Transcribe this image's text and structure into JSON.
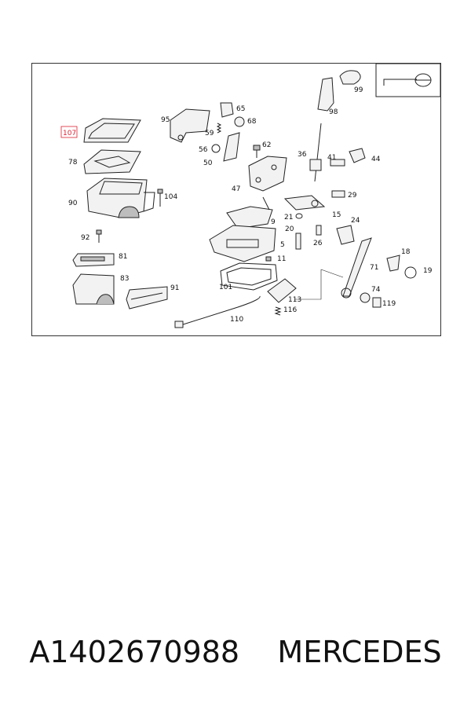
{
  "diagram": {
    "highlight_color": "#d23",
    "labels": [
      {
        "id": "107",
        "text": "107",
        "highlight": true
      },
      {
        "id": "95",
        "text": "95"
      },
      {
        "id": "65",
        "text": "65"
      },
      {
        "id": "68",
        "text": "68"
      },
      {
        "id": "59",
        "text": "59"
      },
      {
        "id": "62",
        "text": "62"
      },
      {
        "id": "56",
        "text": "56"
      },
      {
        "id": "50",
        "text": "50"
      },
      {
        "id": "47",
        "text": "47"
      },
      {
        "id": "78",
        "text": "78"
      },
      {
        "id": "90",
        "text": "90"
      },
      {
        "id": "104",
        "text": "104"
      },
      {
        "id": "92",
        "text": "92"
      },
      {
        "id": "81",
        "text": "81"
      },
      {
        "id": "83",
        "text": "83"
      },
      {
        "id": "91",
        "text": "91"
      },
      {
        "id": "99",
        "text": "99"
      },
      {
        "id": "98",
        "text": "98"
      },
      {
        "id": "36",
        "text": "36"
      },
      {
        "id": "41",
        "text": "41"
      },
      {
        "id": "44",
        "text": "44"
      },
      {
        "id": "29",
        "text": "29"
      },
      {
        "id": "9",
        "text": "9"
      },
      {
        "id": "21",
        "text": "21"
      },
      {
        "id": "15",
        "text": "15"
      },
      {
        "id": "24",
        "text": "24"
      },
      {
        "id": "20",
        "text": "20"
      },
      {
        "id": "26",
        "text": "26"
      },
      {
        "id": "5",
        "text": "5"
      },
      {
        "id": "11",
        "text": "11"
      },
      {
        "id": "18",
        "text": "18"
      },
      {
        "id": "71",
        "text": "71"
      },
      {
        "id": "19",
        "text": "19"
      },
      {
        "id": "101",
        "text": "101"
      },
      {
        "id": "74",
        "text": "74"
      },
      {
        "id": "113",
        "text": "113"
      },
      {
        "id": "119",
        "text": "119"
      },
      {
        "id": "116",
        "text": "116"
      },
      {
        "id": "110",
        "text": "110"
      }
    ]
  },
  "caption": {
    "part_number": "A1402670988",
    "brand": "MERCEDES"
  }
}
